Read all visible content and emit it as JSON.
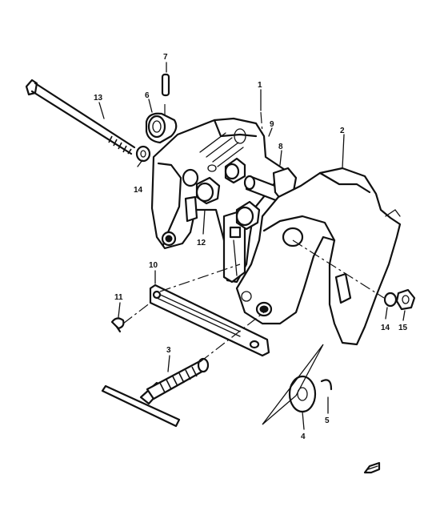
{
  "diagram": {
    "callouts": [
      {
        "id": "c1",
        "text": "1"
      },
      {
        "id": "c2",
        "text": "2"
      },
      {
        "id": "c3",
        "text": "3"
      },
      {
        "id": "c4",
        "text": "4"
      },
      {
        "id": "c5",
        "text": "5"
      },
      {
        "id": "c6",
        "text": "6"
      },
      {
        "id": "c7",
        "text": "7"
      },
      {
        "id": "c8",
        "text": "8"
      },
      {
        "id": "c9",
        "text": "9"
      },
      {
        "id": "c10",
        "text": "10"
      },
      {
        "id": "c11",
        "text": "11"
      },
      {
        "id": "c12",
        "text": "12"
      },
      {
        "id": "c13",
        "text": "13"
      },
      {
        "id": "c14a",
        "text": "14"
      },
      {
        "id": "c14b",
        "text": "14"
      },
      {
        "id": "c15",
        "text": "15"
      }
    ],
    "line_color": "#111111",
    "background": "#ffffff"
  }
}
